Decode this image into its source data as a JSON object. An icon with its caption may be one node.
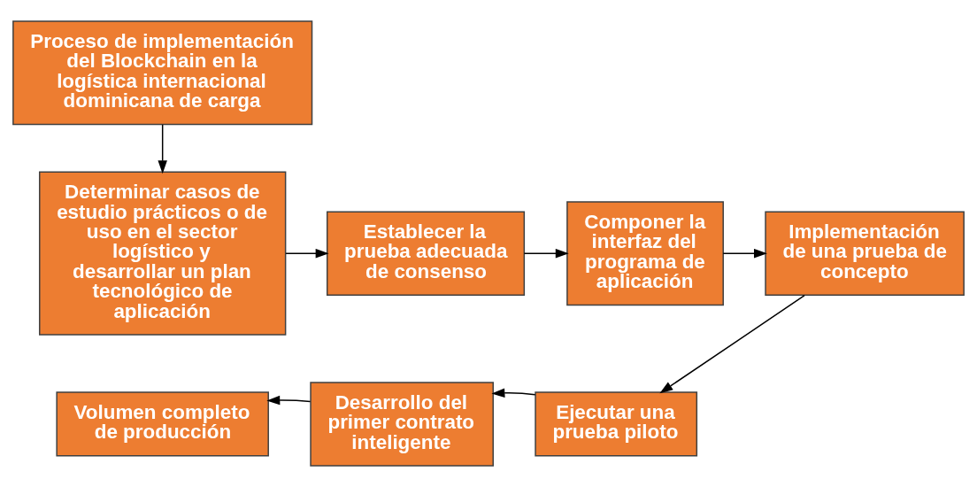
{
  "diagram": {
    "nodes": [
      {
        "text": [
          "Proceso de implementación del Blockchain en la logística internacional dominicana de carga"
        ]
      },
      {
        "text": [
          "Determinar casos de estudio prácticos o de uso en el sector logístico y desarrollar un plan tecnológico de aplicación"
        ]
      },
      {
        "text": [
          "Establecer la prueba adecuada de consenso"
        ]
      },
      {
        "text": [
          "Componer la interfaz del programa de aplicación"
        ]
      },
      {
        "text": [
          "Implementación de una prueba de concepto"
        ]
      },
      {
        "text": [
          "Ejecutar una prueba piloto"
        ]
      },
      {
        "text": [
          "Desarrollo del primer contrato inteligente"
        ]
      },
      {
        "text": [
          "Volumen completo de producción"
        ]
      }
    ],
    "edges": [
      {
        "from": 0,
        "to": 1,
        "arrow": "to"
      },
      {
        "from": 1,
        "to": 2,
        "arrow": "to"
      },
      {
        "from": 2,
        "to": 3,
        "arrow": "to"
      },
      {
        "from": 3,
        "to": 4,
        "arrow": "to"
      },
      {
        "from": 4,
        "to": 5,
        "arrow": "to"
      },
      {
        "from": 5,
        "to": 6,
        "arrow": "to"
      },
      {
        "from": 6,
        "to": 7,
        "arrow": "to"
      }
    ]
  }
}
